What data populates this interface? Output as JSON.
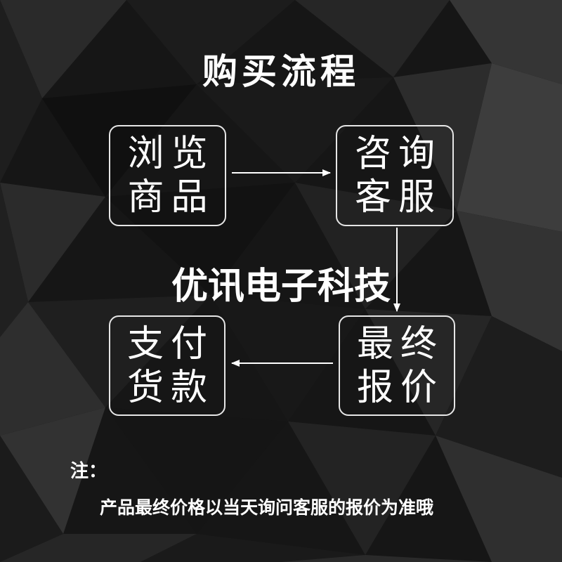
{
  "title": "购买流程",
  "steps": [
    {
      "line1": "浏览",
      "line2": "商品"
    },
    {
      "line1": "咨询",
      "line2": "客服"
    },
    {
      "line1": "最终",
      "line2": "报价"
    },
    {
      "line1": "支付",
      "line2": "货款"
    }
  ],
  "company": "优讯电子科技",
  "note": {
    "label": "注：",
    "text": "产品最终价格以当天询问客服的报价为准哦"
  },
  "colors": {
    "background": "#141414",
    "text": "#ffffff",
    "box_border": "#e6e6e6",
    "arrow": "#ffffff"
  }
}
